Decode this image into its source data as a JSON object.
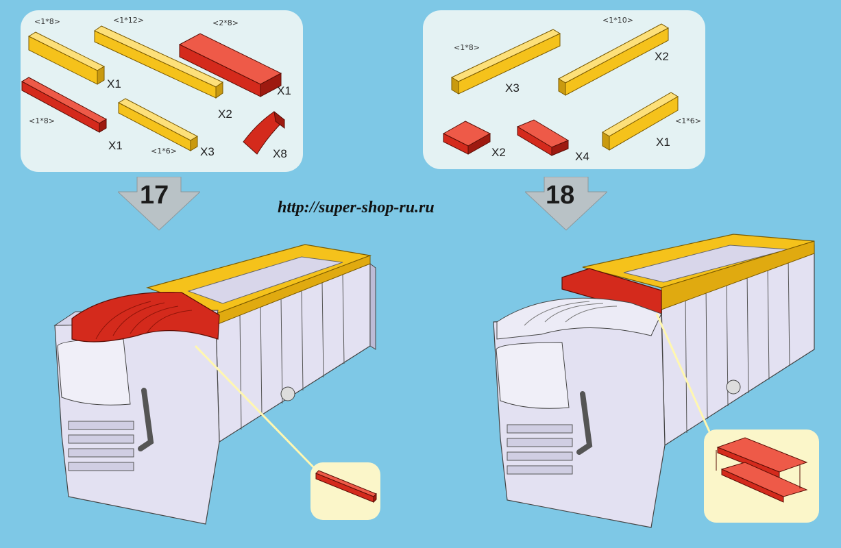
{
  "url_text": "http://super-shop-ru.ru",
  "steps": [
    {
      "number": "17",
      "parts": [
        {
          "size": "<1*8>",
          "qty": "X1",
          "color": "yellow"
        },
        {
          "size": "<1*12>",
          "qty": "X2",
          "color": "yellow"
        },
        {
          "size": "<2*8>",
          "qty": "X1",
          "color": "red"
        },
        {
          "size": "<1*8>",
          "qty": "X1",
          "color": "red"
        },
        {
          "size": "<1*6>",
          "qty": "X3",
          "color": "yellow"
        },
        {
          "size": "",
          "qty": "X8",
          "color": "red"
        }
      ]
    },
    {
      "number": "18",
      "parts": [
        {
          "size": "<1*8>",
          "qty": "X3",
          "color": "yellow"
        },
        {
          "size": "<1*10>",
          "qty": "X2",
          "color": "yellow"
        },
        {
          "size": "",
          "qty": "X2",
          "color": "red"
        },
        {
          "size": "",
          "qty": "X4",
          "color": "red"
        },
        {
          "size": "<1*6>",
          "qty": "X1",
          "color": "yellow"
        }
      ]
    }
  ],
  "colors": {
    "background": "#7ec8e6",
    "yellow": "#f5c21b",
    "red": "#d42a1c",
    "panel": "#e4f2f3",
    "callout": "#fbf6c9",
    "truck": "#e3e1f2"
  }
}
